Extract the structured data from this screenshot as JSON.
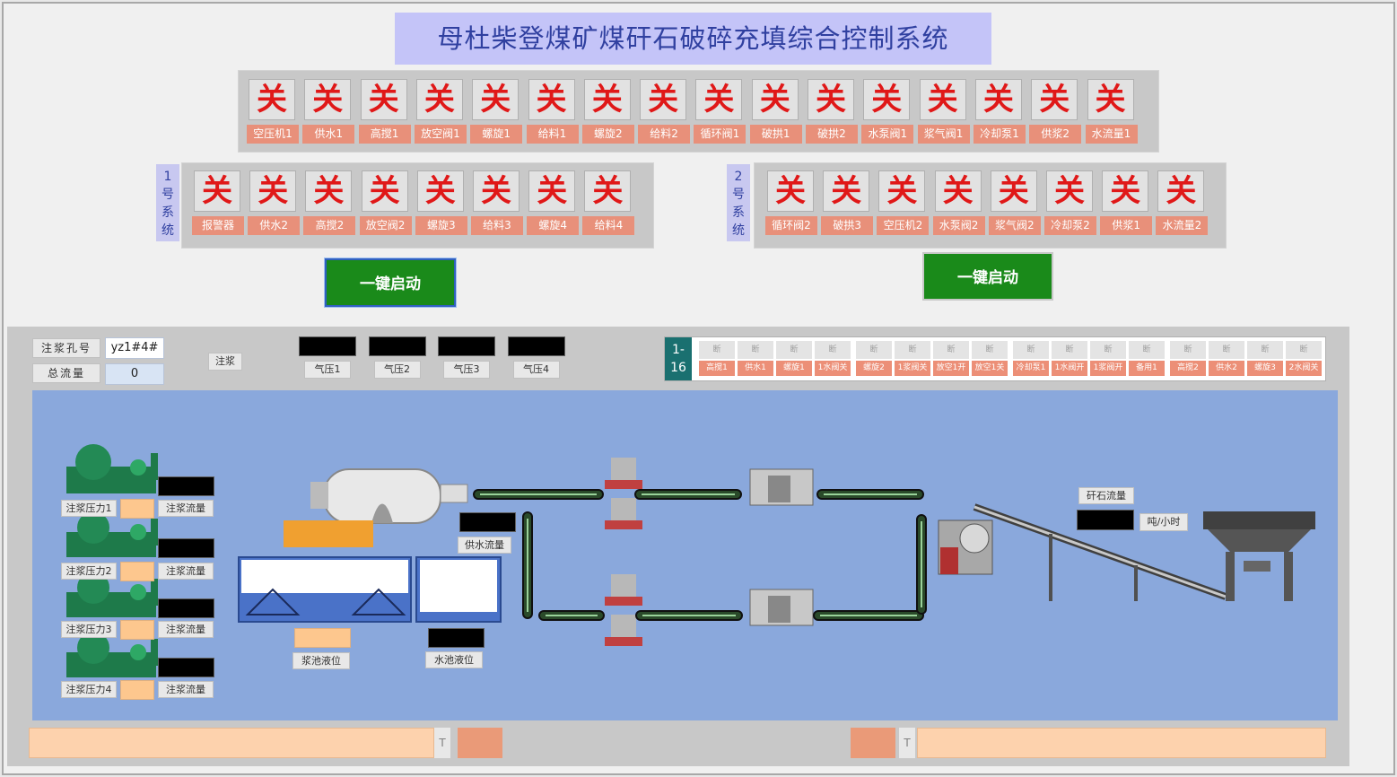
{
  "title": "母杜柴登煤矿煤矸石破碎充填综合控制系统",
  "state_off": "关",
  "top_row": [
    "空压机1",
    "供水1",
    "高搅1",
    "放空阀1",
    "螺旋1",
    "给料1",
    "螺旋2",
    "给料2",
    "循环阀1",
    "破拱1",
    "破拱2",
    "水泵阀1",
    "浆气阀1",
    "冷却泵1",
    "供浆2",
    "水流量1"
  ],
  "system1": {
    "badge": [
      "1",
      "号",
      "系",
      "统"
    ],
    "items": [
      "报警器",
      "供水2",
      "高搅2",
      "放空阀2",
      "螺旋3",
      "给料3",
      "螺旋4",
      "给料4"
    ],
    "start_label": "一键启动"
  },
  "system2": {
    "badge": [
      "2",
      "号",
      "系",
      "统"
    ],
    "items": [
      "循环阀2",
      "破拱3",
      "空压机2",
      "水泵阀2",
      "浆气阀2",
      "冷却泵2",
      "供浆1",
      "水流量2"
    ],
    "start_label": "一键启动"
  },
  "info": {
    "hole_label": "注浆孔号",
    "hole_value": "yz1#4#",
    "total_label": "总流量",
    "total_value": "0",
    "grout_label": "注浆"
  },
  "pressures": [
    "气压1",
    "气压2",
    "气压3",
    "气压4"
  ],
  "strip": {
    "range": [
      "1-",
      "16"
    ],
    "state": "断",
    "items": [
      "高搅1",
      "供水1",
      "螺旋1",
      "1水阀关",
      "螺旋2",
      "1浆阀关",
      "放空1开",
      "放空1关",
      "冷却泵1",
      "1水阀开",
      "1浆阀开",
      "备用1",
      "高搅2",
      "供水2",
      "螺旋3",
      "2水阀关"
    ]
  },
  "grout_lines": [
    {
      "pressure": "注浆压力1",
      "flow": "注浆流量"
    },
    {
      "pressure": "注浆压力2",
      "flow": "注浆流量"
    },
    {
      "pressure": "注浆压力3",
      "flow": "注浆流量"
    },
    {
      "pressure": "注浆压力4",
      "flow": "注浆流量"
    }
  ],
  "water_flow_label": "供水流量",
  "slurry_level_label": "浆池液位",
  "pool_level_label": "水池液位",
  "gangue_flow_label": "矸石流量",
  "gangue_unit": "吨/小时",
  "footer": {
    "left_marker": "T",
    "right_marker": "T"
  },
  "colors": {
    "title_bg": "#c4c4f8",
    "off_text": "#e01818",
    "label_bg": "#e8907a",
    "start_green": "#1a8a1a",
    "scene_bg": "#8aa8dc"
  }
}
